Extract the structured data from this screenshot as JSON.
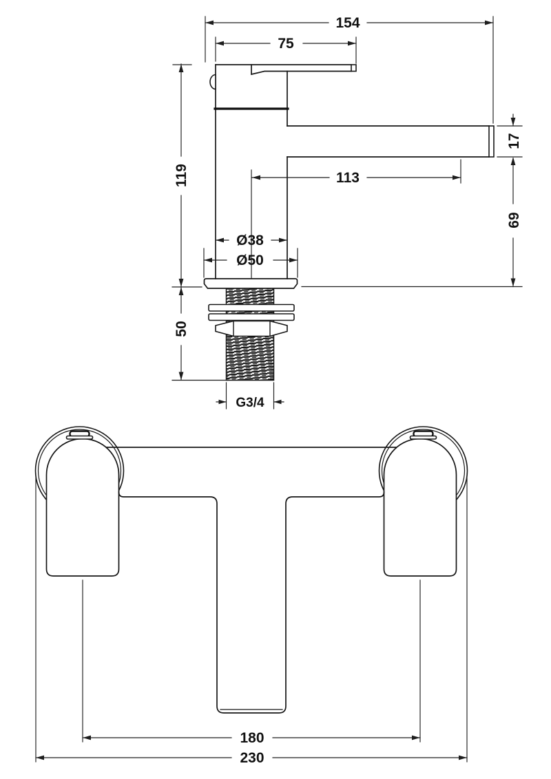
{
  "document": {
    "type": "technical-dimension-drawing",
    "subject": "bath-filler-tap",
    "views": {
      "top": "side-elevation",
      "bottom": "front-elevation"
    }
  },
  "colors": {
    "line": "#161616",
    "dimension_line": "#1d1d1d",
    "background": "#ffffff",
    "text": "#111111"
  },
  "dims": {
    "overall_projection": "154",
    "handle_length": "75",
    "body_height": "119",
    "spout_reach": "113",
    "spout_diameter": "17",
    "spout_to_base": "69",
    "body_diameter": "Ø38",
    "base_diameter": "Ø50",
    "thread_length": "50",
    "thread_size": "G3/4",
    "tap_centres": "180",
    "overall_width": "230"
  }
}
